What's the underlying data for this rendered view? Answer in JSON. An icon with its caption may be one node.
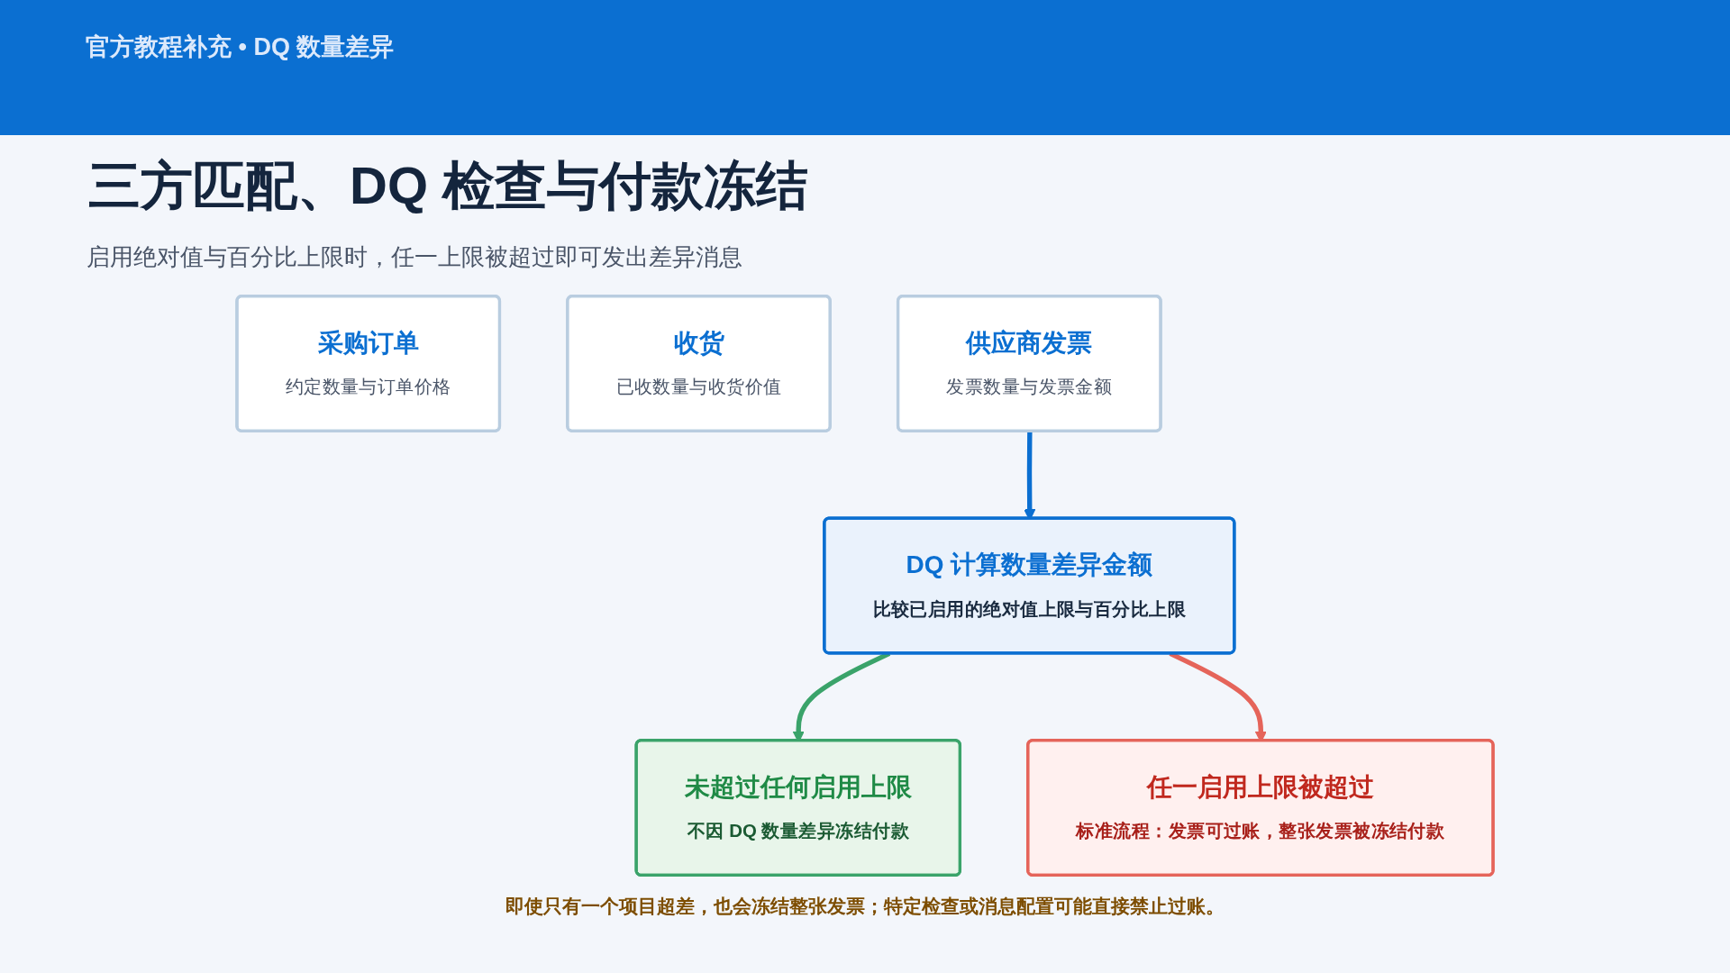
{
  "diagram": {
    "title": "三方匹配、DQ 检查与付款冻结",
    "nodes": [
      {
        "text": [
          "采购订单",
          "约定数量与订单价格"
        ]
      },
      {
        "text": [
          "收货",
          "已收数量与收货价值"
        ]
      },
      {
        "text": [
          "供应商发票",
          "发票数量与发票金额"
        ]
      },
      {
        "text": [
          "DQ 计算数量差异金额",
          "比较已启用的绝对值上限与百分比上限"
        ]
      },
      {
        "text": [
          "未超过任何启用上限",
          "不因 DQ 数量差异冻结付款"
        ]
      },
      {
        "text": [
          "任一启用上限被超过",
          "标准流程：发票可过账，整张发票被冻结付款"
        ]
      }
    ],
    "edges": [
      {
        "from": 2,
        "to": 3,
        "arrow": "to"
      },
      {
        "from": 3,
        "to": 4,
        "arrow": "to",
        "color": "#3aa36a"
      },
      {
        "from": 3,
        "to": 5,
        "arrow": "to",
        "color": "#e5645a"
      }
    ],
    "labels": [
      "官方教程补充 • DQ 数量差异",
      "启用绝对值与百分比上限时，任一上限被超过即可发出差异消息",
      "即使只有一个项目超差，也会冻结整张发票；特定检查或消息配置可能直接禁止过账。"
    ]
  }
}
